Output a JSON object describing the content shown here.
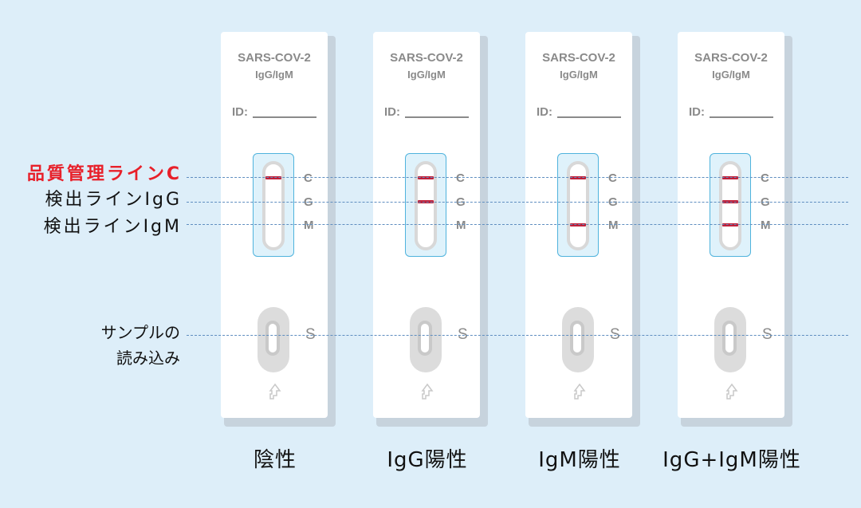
{
  "legend": {
    "line_c": "品質管理ラインC",
    "line_igg": "検出ラインIgG",
    "line_igm": "検出ラインIgM",
    "sample_line1": "サンプルの",
    "sample_line2": "読み込み"
  },
  "cassette": {
    "brand": "SARS-COV-2",
    "subtitle": "IgG/IgM",
    "id_label": "ID:",
    "mark_c": "C",
    "mark_g": "G",
    "mark_m": "M",
    "mark_s": "S"
  },
  "tests": [
    {
      "result": "陰性",
      "bands": {
        "C": false,
        "G": false,
        "M": false
      },
      "c_band": true
    },
    {
      "result": "IgG陽性",
      "bands": {
        "C": true,
        "G": true,
        "M": false
      }
    },
    {
      "result": "IgM陽性",
      "bands": {
        "C": true,
        "G": false,
        "M": true
      }
    },
    {
      "result": "IgG+IgM陽性",
      "bands": {
        "C": true,
        "G": true,
        "M": true
      }
    }
  ],
  "colors": {
    "background": "#ddeef9",
    "control_label": "#e8202a",
    "band": "#c0203a",
    "window_border": "#4fb3dd",
    "guide": "#5f8ec0"
  }
}
